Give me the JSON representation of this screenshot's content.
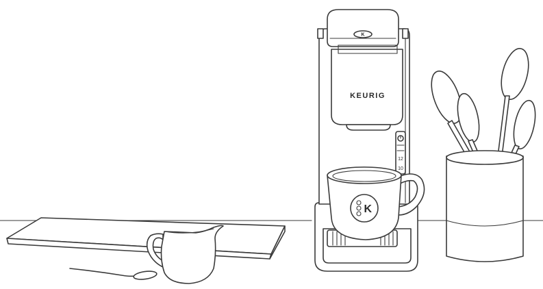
{
  "colors": {
    "line": "#3a3a3a",
    "background": "#ffffff",
    "brand_fill": "#2a2a2a"
  },
  "machine": {
    "brand": "KEURIG",
    "lid_logo": "K",
    "size_labels": [
      "12",
      "10"
    ]
  },
  "mug": {
    "logo": "K"
  },
  "icons": {
    "lid_badge": "keurig-k-icon",
    "mug_badge": "keurig-k-icon",
    "power": "power-icon"
  }
}
